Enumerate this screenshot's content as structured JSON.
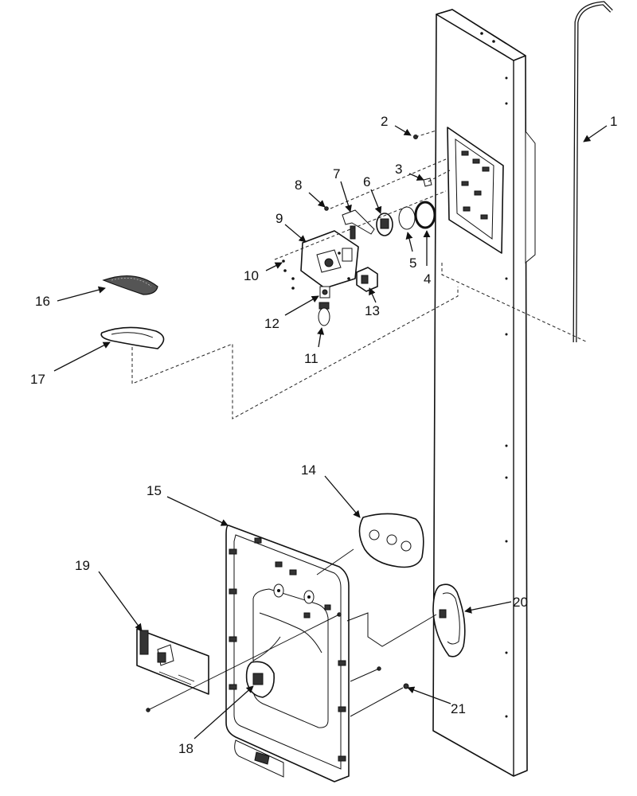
{
  "diagram": {
    "callouts": [
      "1",
      "2",
      "3",
      "4",
      "5",
      "6",
      "7",
      "8",
      "9",
      "10",
      "11",
      "12",
      "13",
      "14",
      "15",
      "16",
      "17",
      "18",
      "19",
      "20",
      "21"
    ]
  },
  "colors": {
    "ink": "#111111",
    "background": "#ffffff"
  }
}
